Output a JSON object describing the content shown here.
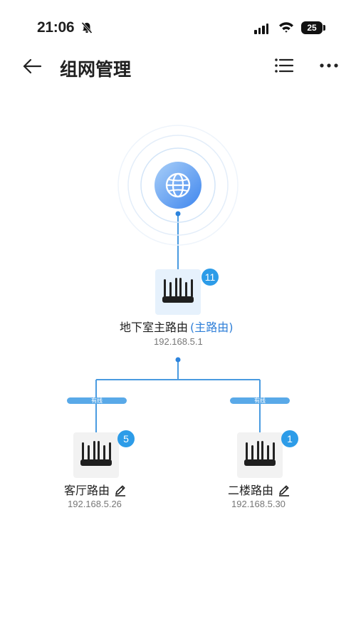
{
  "status_bar": {
    "time": "21:06",
    "battery": "25",
    "icons": [
      "bell-muted-icon",
      "cellular-signal-icon",
      "wifi-icon",
      "battery-icon"
    ]
  },
  "header": {
    "title": "组网管理",
    "icons": [
      "back-arrow-icon",
      "list-icon",
      "more-icon"
    ]
  },
  "topology": {
    "main_router": {
      "name": "地下室主路由",
      "role": "(主路由)",
      "ip": "192.168.5.1",
      "clients": "11"
    },
    "sub_routers": [
      {
        "name": "客厅路由",
        "ip": "192.168.5.26",
        "clients": "5",
        "link": "有线"
      },
      {
        "name": "二楼路由",
        "ip": "192.168.5.30",
        "clients": "1",
        "link": "有线"
      }
    ]
  },
  "colors": {
    "accent": "#2d9ce8",
    "line": "#4a9be0",
    "internet_gradient_start": "#9fc8f7",
    "internet_gradient_end": "#3f8cf0"
  }
}
